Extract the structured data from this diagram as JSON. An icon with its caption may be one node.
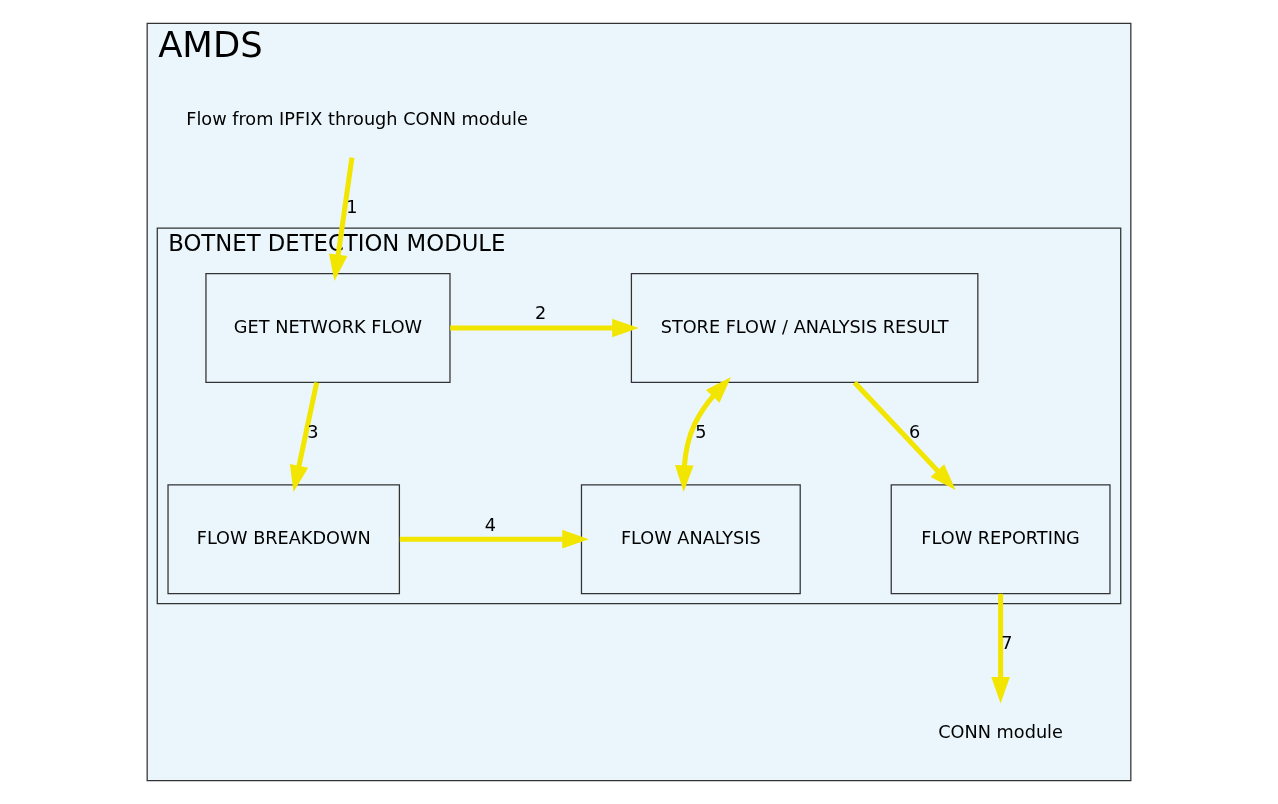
{
  "diagram": {
    "nodes": [
      {
        "text": [
          "AMDS"
        ]
      },
      {
        "text": [
          "BOTNET DETECTION MODULE"
        ],
        "in": 0
      },
      {
        "text": [
          "GET NETWORK FLOW"
        ],
        "in": 1
      },
      {
        "text": [
          "STORE FLOW / ANALYSIS RESULT"
        ],
        "in": 1
      },
      {
        "text": [
          "FLOW REPORTING"
        ],
        "in": 1
      },
      {
        "text": [
          "FLOW BREAKDOWN"
        ],
        "in": 1
      },
      {
        "text": [
          "FLOW ANALYSIS"
        ],
        "in": 1
      },
      {
        "text": [
          "Flow from IPFIX through CONN module"
        ],
        "in": 0
      },
      {
        "text": [
          "CONN module"
        ],
        "in": 0
      }
    ],
    "edges": [
      {
        "from": 7,
        "to": 2,
        "arrow": "to",
        "label": "1"
      },
      {
        "from": 2,
        "to": 3,
        "arrow": "to",
        "label": "2"
      },
      {
        "from": 2,
        "to": 5,
        "arrow": "to",
        "label": "3"
      },
      {
        "from": 5,
        "to": 6,
        "arrow": "to",
        "label": "4"
      },
      {
        "from": 3,
        "to": 6,
        "arrow": "both",
        "label": "5"
      },
      {
        "from": 3,
        "to": 4,
        "arrow": "to",
        "label": "6"
      },
      {
        "from": 4,
        "to": 8,
        "arrow": "to",
        "label": "7"
      }
    ]
  }
}
